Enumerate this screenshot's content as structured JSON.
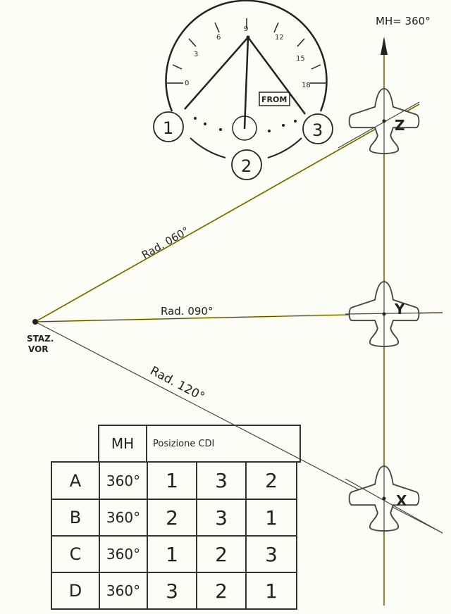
{
  "heading_label": "MH= 360°",
  "station": {
    "line1": "STAZ.",
    "line2": "VOR"
  },
  "radials": [
    {
      "label": "Rad. 060°",
      "angle": 60
    },
    {
      "label": "Rad. 090°",
      "angle": 90
    },
    {
      "label": "Rad. 120°",
      "angle": 120
    }
  ],
  "aircraft": [
    {
      "id": "Z",
      "radial": "060°"
    },
    {
      "id": "Y",
      "radial": "090°"
    },
    {
      "id": "X",
      "radial": "120°"
    }
  ],
  "cdi": {
    "scale_labels": [
      "0",
      "3",
      "6",
      "9",
      "12",
      "15",
      "18"
    ],
    "flag": "FROM",
    "needle_positions": [
      "1",
      "2",
      "3"
    ]
  },
  "table": {
    "headers": {
      "mh": "MH",
      "cdi": "Posizione CDI"
    },
    "rows": [
      {
        "option": "A",
        "mh": "360°",
        "p1": "1",
        "p2": "3",
        "p3": "2"
      },
      {
        "option": "B",
        "mh": "360°",
        "p1": "2",
        "p2": "3",
        "p3": "1"
      },
      {
        "option": "C",
        "mh": "360°",
        "p1": "1",
        "p2": "2",
        "p3": "3"
      },
      {
        "option": "D",
        "mh": "360°",
        "p1": "3",
        "p2": "2",
        "p3": "1"
      }
    ]
  },
  "colors": {
    "ink": "#222222",
    "highlight": "#f2e84a",
    "paper": "#fdfdf8"
  }
}
